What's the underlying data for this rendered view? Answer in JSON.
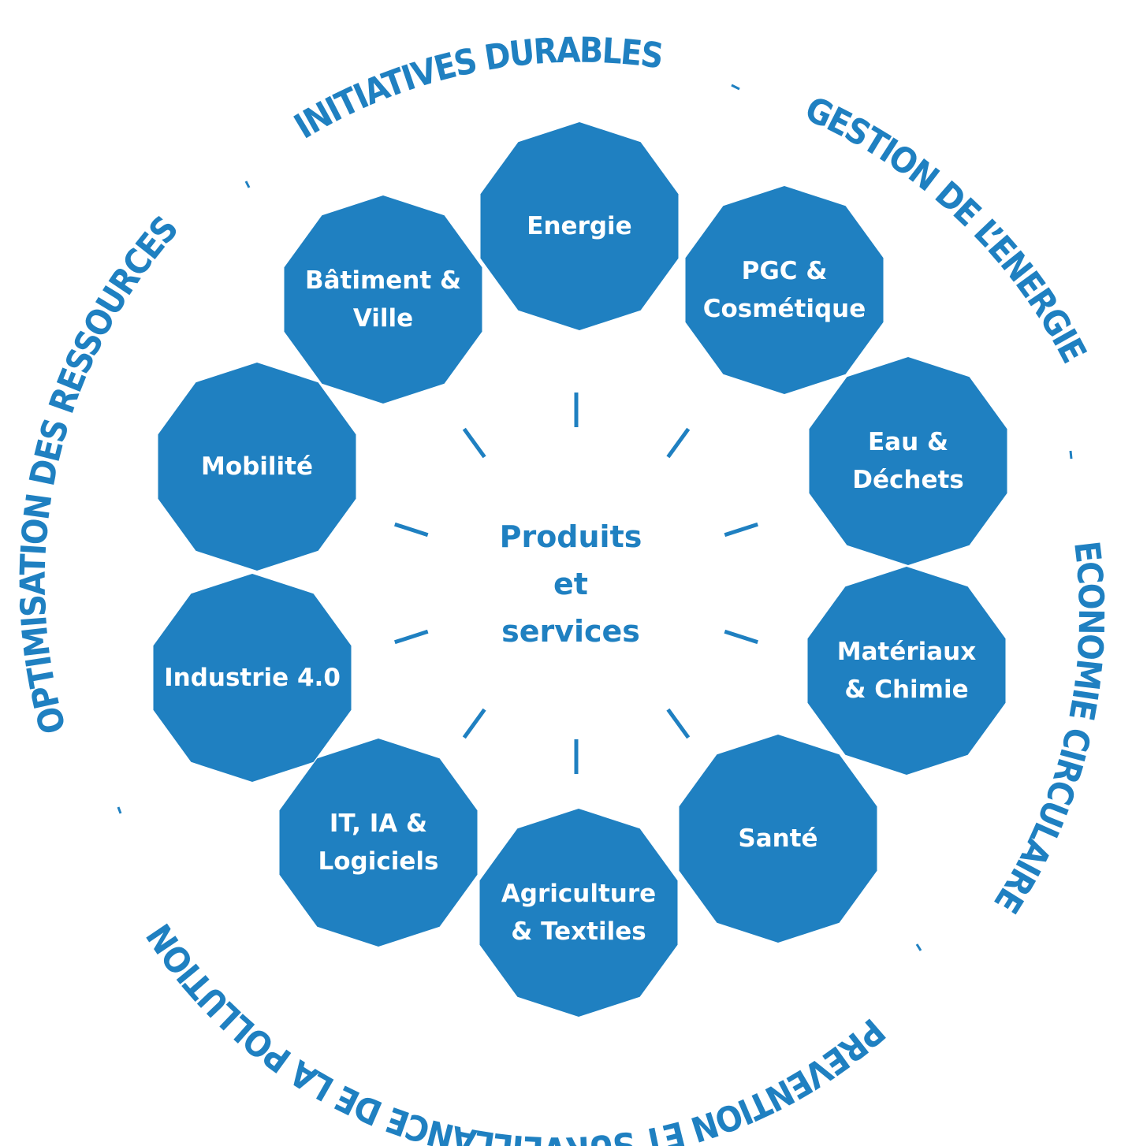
{
  "colors": {
    "primary": "#1f80c1",
    "label": "#ffffff",
    "background": "#ffffff"
  },
  "center": {
    "lines": [
      "Produits",
      "et",
      "services"
    ]
  },
  "sectors": [
    {
      "id": "energie",
      "lines": [
        "Energie"
      ]
    },
    {
      "id": "pgc-cosmetique",
      "lines": [
        "PGC &",
        "Cosmétique"
      ]
    },
    {
      "id": "eau-dechets",
      "lines": [
        "Eau &",
        "Déchets"
      ]
    },
    {
      "id": "materiaux-chimie",
      "lines": [
        "Matériaux",
        "& Chimie"
      ]
    },
    {
      "id": "sante",
      "lines": [
        "Santé"
      ]
    },
    {
      "id": "agriculture-textiles",
      "lines": [
        "Agriculture",
        "& Textiles"
      ]
    },
    {
      "id": "it-ia-logiciels",
      "lines": [
        "IT, IA &",
        "Logiciels"
      ]
    },
    {
      "id": "industrie-4-0",
      "lines": [
        "Industrie 4.0"
      ]
    },
    {
      "id": "mobilite",
      "lines": [
        "Mobilité"
      ]
    },
    {
      "id": "batiment-ville",
      "lines": [
        "Bâtiment &",
        "Ville"
      ]
    }
  ],
  "ring_themes": [
    {
      "id": "initiatives-durables",
      "text": "INITIATIVES DURABLES"
    },
    {
      "id": "gestion-energie",
      "text": "GESTION DE L’ENERGIE"
    },
    {
      "id": "economie-circulaire",
      "text": "ECONOMIE CIRCULAIRE"
    },
    {
      "id": "prevention-pollution",
      "text": "PREVENTION ET SURVEILLANCE DE LA POLLUTION"
    },
    {
      "id": "optimisation-ressources",
      "text": "OPTIMISATION DES RESSOURCES"
    }
  ]
}
